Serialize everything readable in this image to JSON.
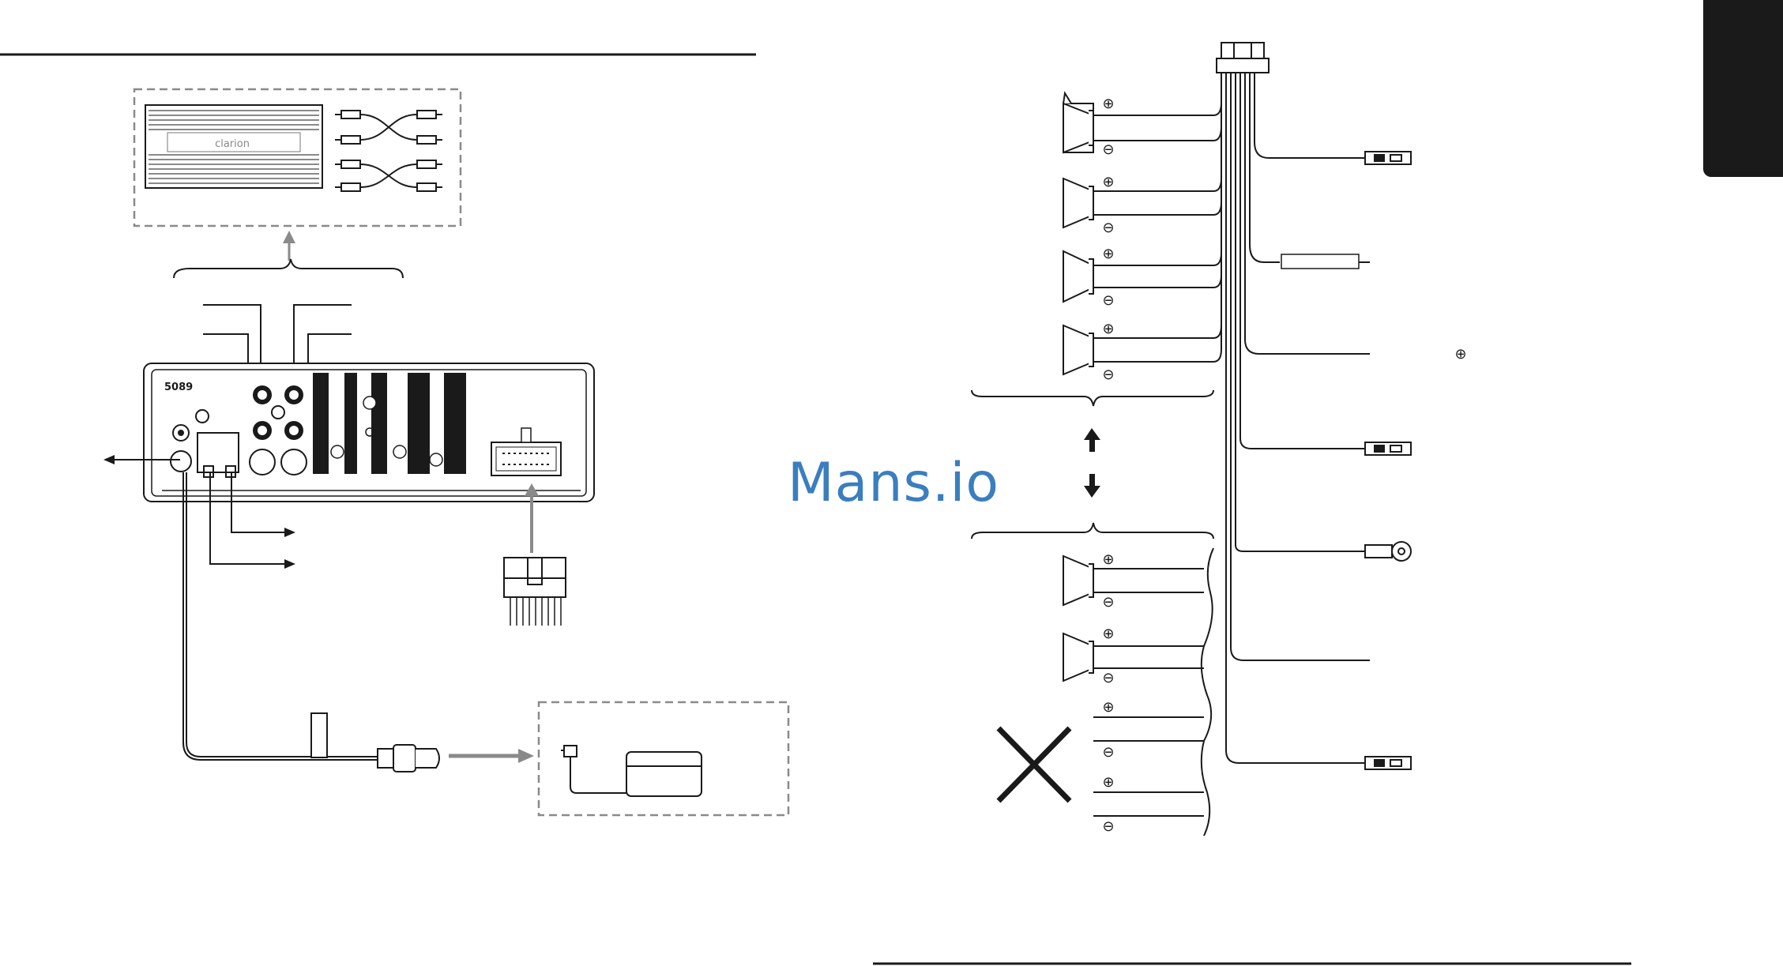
{
  "watermark": {
    "text": "Mans.io",
    "color": "#3a7ebf"
  },
  "head_unit": {
    "model_label": "5089"
  },
  "amplifier": {
    "brand_label": "clarion"
  },
  "polarity": {
    "plus": "⊕",
    "minus": "⊖"
  },
  "colors": {
    "line": "#1a1a1a",
    "dashed": "#8a8a8a",
    "gray_arrow": "#8a8a8a",
    "tab": "#1a1a1a"
  }
}
